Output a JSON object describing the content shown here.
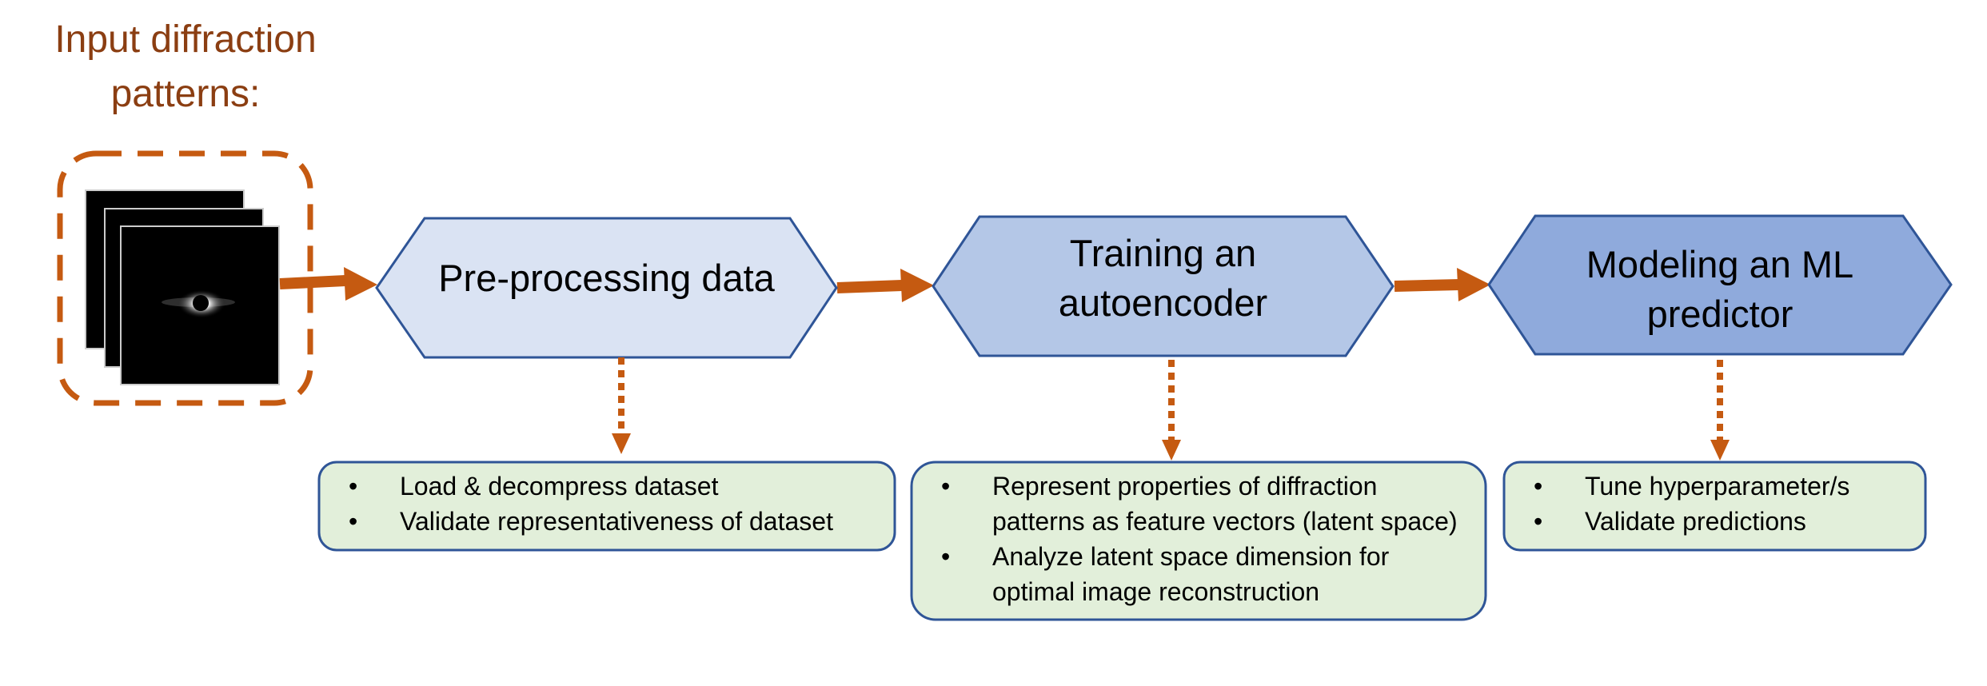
{
  "input_title": {
    "line1": "Input diffraction",
    "line2": "patterns:"
  },
  "steps": [
    {
      "lines": [
        "Pre-processing data"
      ]
    },
    {
      "lines": [
        "Training an",
        "autoencoder"
      ]
    },
    {
      "lines": [
        "Modeling an ML",
        "predictor"
      ]
    }
  ],
  "notes": [
    {
      "items": [
        {
          "lines": [
            "Load & decompress dataset"
          ]
        },
        {
          "lines": [
            "Validate representativeness of dataset"
          ]
        }
      ]
    },
    {
      "items": [
        {
          "lines": [
            "Represent properties of diffraction",
            "patterns as feature vectors (latent space)"
          ]
        },
        {
          "lines": [
            "Analyze latent space dimension for",
            "optimal image reconstruction"
          ]
        }
      ]
    },
    {
      "items": [
        {
          "lines": [
            "Tune hyperparameter/s"
          ]
        },
        {
          "lines": [
            "Validate predictions"
          ]
        }
      ]
    }
  ],
  "colors": {
    "accent": "#c55a11",
    "title": "#8b3e12",
    "step1": "#dae3f3",
    "step2": "#b4c7e7",
    "step3": "#8faadc",
    "step_border": "#2f5597",
    "note_fill": "#e2efda",
    "note_border": "#2f5597"
  }
}
